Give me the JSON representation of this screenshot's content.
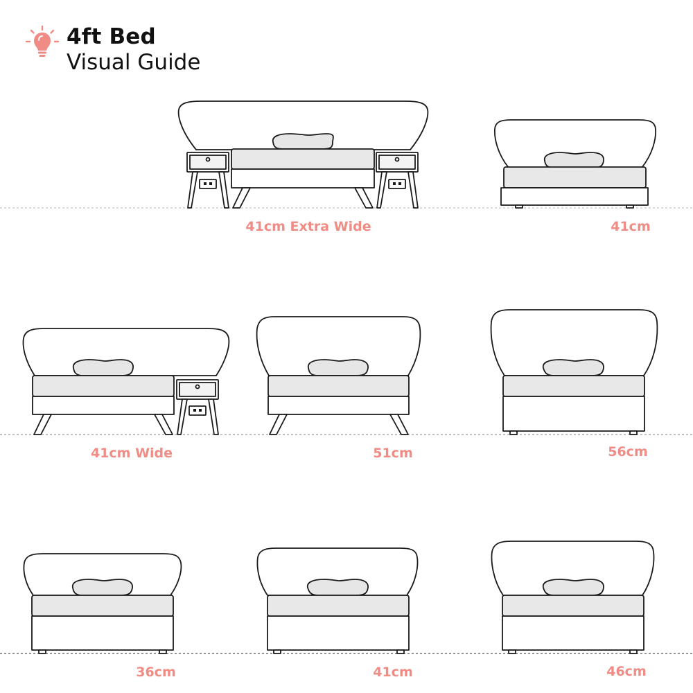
{
  "header": {
    "title": "4ft Bed",
    "subtitle": "Visual Guide",
    "icon": "lightbulb-icon"
  },
  "colors": {
    "accent": "#f08c86",
    "outline": "#1a1a1a",
    "mattress": "#e8e8e8",
    "pillow": "#e6e6e6",
    "floor": "#bdbdbd",
    "floor_dark": "#555555"
  },
  "beds": [
    {
      "label": "41cm Extra Wide",
      "style": "legs",
      "side_tables": "both"
    },
    {
      "label": "41cm",
      "style": "divan-low",
      "side_tables": "none"
    },
    {
      "label": "41cm Wide",
      "style": "legs",
      "side_tables": "right"
    },
    {
      "label": "51cm",
      "style": "legs",
      "side_tables": "none"
    },
    {
      "label": "56cm",
      "style": "divan",
      "side_tables": "none"
    },
    {
      "label": "36cm",
      "style": "divan",
      "side_tables": "none"
    },
    {
      "label": "41cm",
      "style": "divan",
      "side_tables": "none"
    },
    {
      "label": "46cm",
      "style": "divan",
      "side_tables": "none"
    }
  ]
}
